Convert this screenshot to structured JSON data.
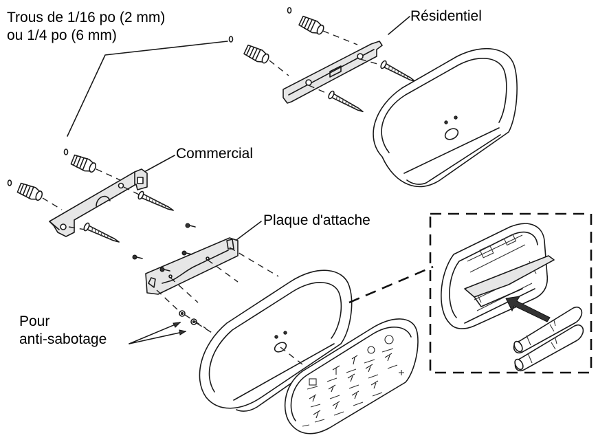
{
  "labels": {
    "holes_line1": "Trous de 1/16 po (2 mm)",
    "holes_line2": "ou 1/4 po (6 mm)",
    "residential": "Résidentiel",
    "commercial": "Commercial",
    "mounting_plate": "Plaque d'attache",
    "tamper_line1": "Pour",
    "tamper_line2": "anti-sabotage"
  }
}
